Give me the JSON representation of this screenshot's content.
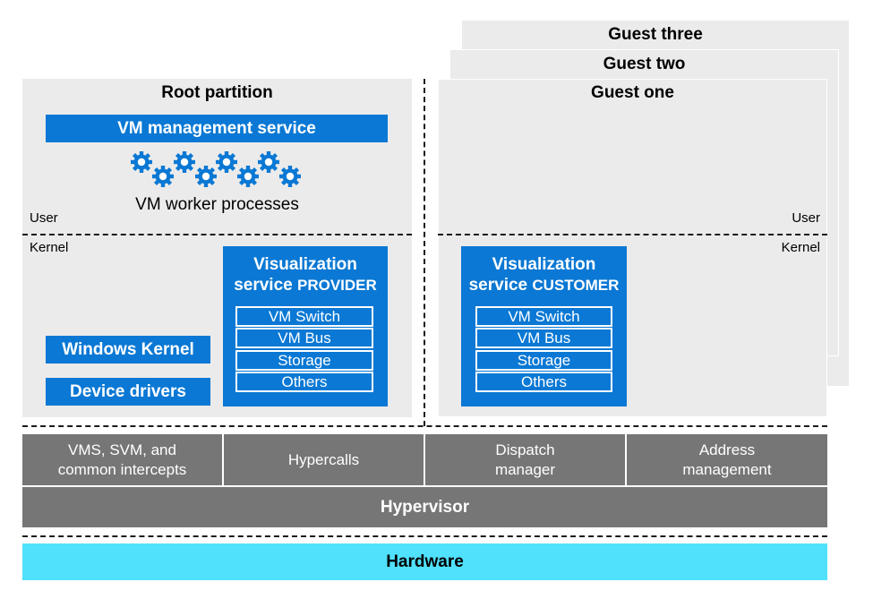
{
  "guests": {
    "three": "Guest three",
    "two": "Guest two",
    "one": "Guest one",
    "user_label": "User",
    "kernel_label": "Kernel",
    "vsc": {
      "title_line1": "Visualization",
      "title_line2_prefix": "service ",
      "title_line2_emph": "CUSTOMER",
      "items": [
        "VM Switch",
        "VM Bus",
        "Storage",
        "Others"
      ]
    }
  },
  "root": {
    "title": "Root partition",
    "vm_management": "VM management service",
    "worker_processes": "VM worker processes",
    "user_label": "User",
    "kernel_label": "Kernel",
    "windows_kernel": "Windows Kernel",
    "device_drivers": "Device drivers",
    "vsp": {
      "title_line1": "Visualization",
      "title_line2_prefix": "service ",
      "title_line2_emph": "PROVIDER",
      "items": [
        "VM Switch",
        "VM Bus",
        "Storage",
        "Others"
      ]
    }
  },
  "hypervisor": {
    "cells": [
      {
        "line1": "VMS, SVM, and",
        "line2": "common intercepts"
      },
      {
        "line1": "Hypercalls",
        "line2": ""
      },
      {
        "line1": "Dispatch",
        "line2": "manager"
      },
      {
        "line1": "Address",
        "line2": "management"
      }
    ],
    "label": "Hypervisor"
  },
  "hardware": {
    "label": "Hardware"
  },
  "colors": {
    "accent_blue": "#0a78d4",
    "hardware_cyan": "#50e1fc",
    "hypervisor_gray": "#767676",
    "panel_gray": "#ebebeb"
  },
  "icons": {
    "gear": "gear-icon"
  }
}
